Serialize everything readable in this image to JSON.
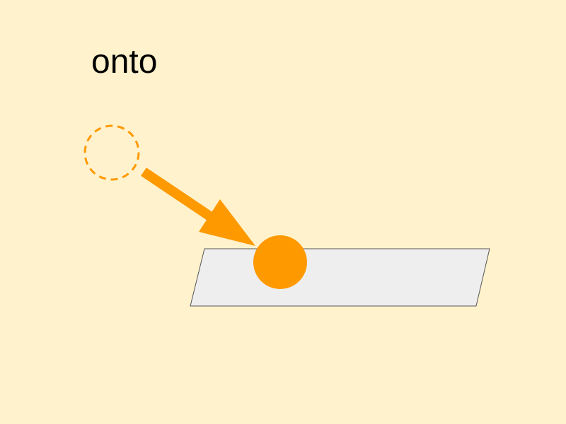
{
  "title": "onto",
  "colors": {
    "background": "#fff2cc",
    "accent": "#ff9900",
    "surface_fill": "#eeeeee",
    "surface_stroke": "#555555",
    "text": "#000000"
  },
  "elements": {
    "start_marker": "dashed-circle",
    "motion": "arrow",
    "end_marker": "filled-circle",
    "surface": "parallelogram"
  }
}
